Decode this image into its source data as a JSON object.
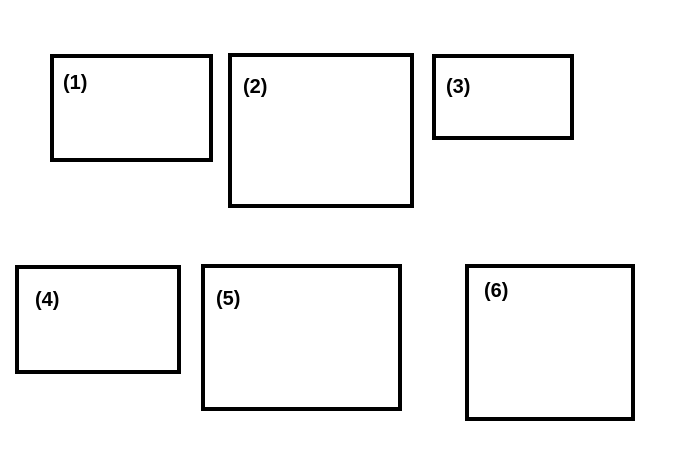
{
  "colors": {
    "background": "#ffffff",
    "border": "#000000",
    "text": "#000000"
  },
  "boxes": [
    {
      "label": "(1)"
    },
    {
      "label": "(2)"
    },
    {
      "label": "(3)"
    },
    {
      "label": "(4)"
    },
    {
      "label": "(5)"
    },
    {
      "label": "(6)"
    }
  ]
}
